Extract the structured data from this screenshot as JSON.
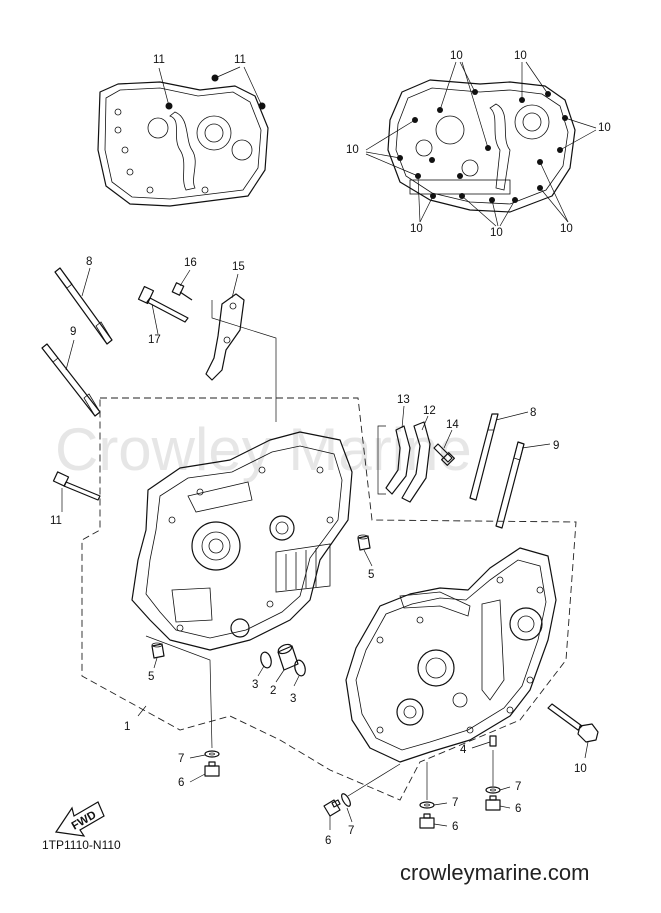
{
  "diagram": {
    "watermark": "Crowley Marine",
    "part_number": "1TP1110-N110",
    "brand": "crowleymarine.com",
    "fwd_label": "FWD",
    "callouts": [
      {
        "id": "c11a",
        "text": "11"
      },
      {
        "id": "c11b",
        "text": "11"
      },
      {
        "id": "c10a",
        "text": "10"
      },
      {
        "id": "c10b",
        "text": "10"
      },
      {
        "id": "c10c",
        "text": "10"
      },
      {
        "id": "c10d",
        "text": "10"
      },
      {
        "id": "c10e",
        "text": "10"
      },
      {
        "id": "c10f",
        "text": "10"
      },
      {
        "id": "c10g",
        "text": "10"
      },
      {
        "id": "c8a",
        "text": "8"
      },
      {
        "id": "c9a",
        "text": "9"
      },
      {
        "id": "c16",
        "text": "16"
      },
      {
        "id": "c15",
        "text": "15"
      },
      {
        "id": "c17",
        "text": "17"
      },
      {
        "id": "c13",
        "text": "13"
      },
      {
        "id": "c12",
        "text": "12"
      },
      {
        "id": "c14",
        "text": "14"
      },
      {
        "id": "c8b",
        "text": "8"
      },
      {
        "id": "c9b",
        "text": "9"
      },
      {
        "id": "c11c",
        "text": "11"
      },
      {
        "id": "c5a",
        "text": "5"
      },
      {
        "id": "c5b",
        "text": "5"
      },
      {
        "id": "c3a",
        "text": "3"
      },
      {
        "id": "c2",
        "text": "2"
      },
      {
        "id": "c3b",
        "text": "3"
      },
      {
        "id": "c1",
        "text": "1"
      },
      {
        "id": "c4",
        "text": "4"
      },
      {
        "id": "c10h",
        "text": "10"
      },
      {
        "id": "c7a",
        "text": "7"
      },
      {
        "id": "c6a",
        "text": "6"
      },
      {
        "id": "c7b",
        "text": "7"
      },
      {
        "id": "c6b",
        "text": "6"
      },
      {
        "id": "c7c",
        "text": "7"
      },
      {
        "id": "c6c",
        "text": "6"
      },
      {
        "id": "c6d",
        "text": "6"
      },
      {
        "id": "c7d",
        "text": "7"
      }
    ]
  }
}
